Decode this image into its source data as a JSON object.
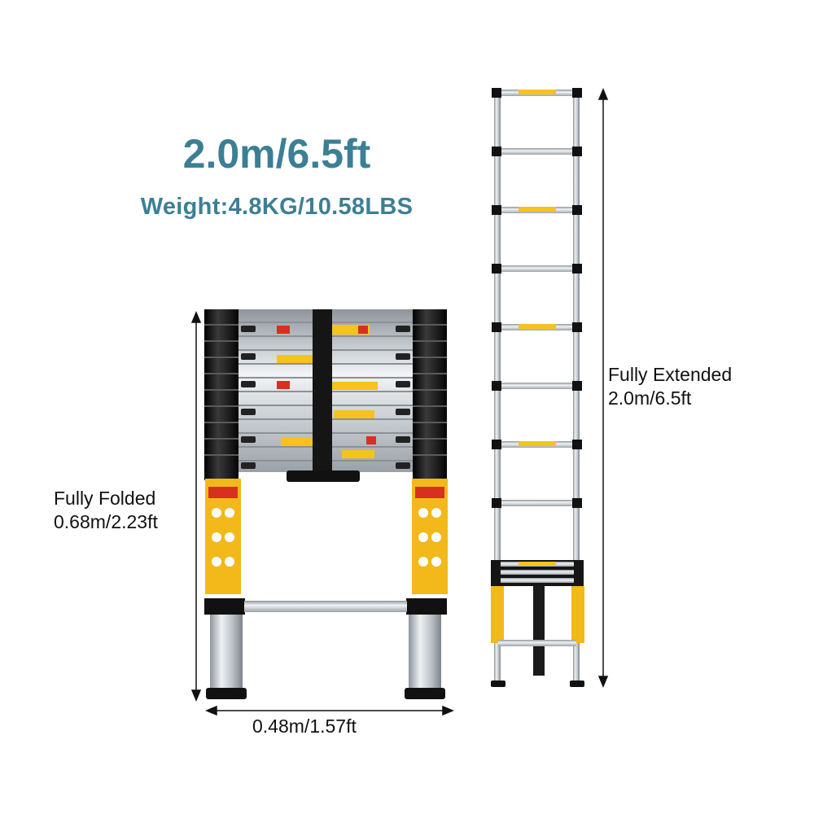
{
  "product": {
    "headline": "2.0m/6.5ft",
    "weight": "Weight:4.8KG/10.58LBS"
  },
  "dimensions": {
    "folded_label": "Fully Folded",
    "folded_value": "0.68m/2.23ft",
    "extended_label": "Fully Extended",
    "extended_value": "2.0m/6.5ft",
    "width_value": "0.48m/1.57ft"
  },
  "colors": {
    "accent": "#3c7f95",
    "rung_label": "#f6c21c",
    "warning_red": "#d7301f",
    "aluminum": "#c9ced3",
    "black": "#111111"
  }
}
